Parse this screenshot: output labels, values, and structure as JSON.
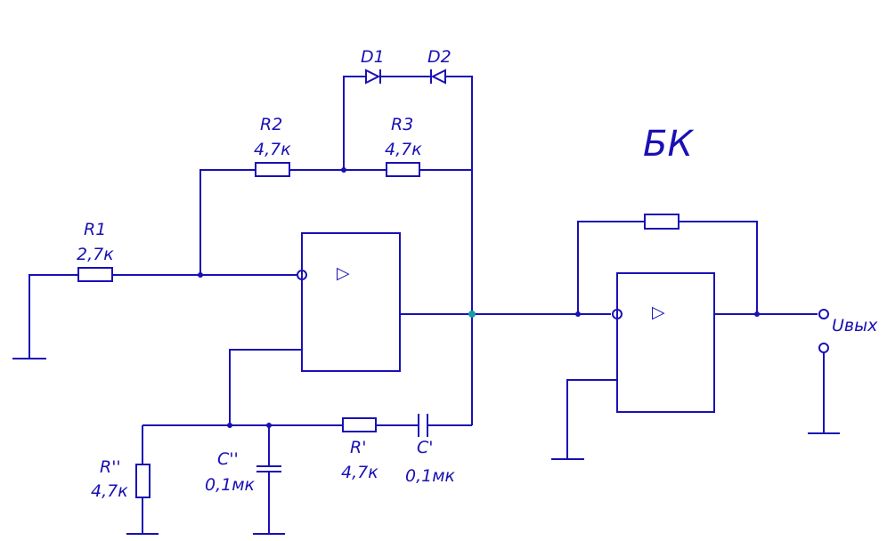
{
  "colors": {
    "ink": "#1a10b4",
    "background": "#ffffff",
    "junction_highlight": "#14a0a0"
  },
  "block_label": "БК",
  "components": {
    "r1": {
      "name": "R1",
      "value": "2,7к"
    },
    "r2": {
      "name": "R2",
      "value": "4,7к"
    },
    "r3": {
      "name": "R3",
      "value": "4,7к"
    },
    "d1": {
      "name": "D1"
    },
    "d2": {
      "name": "D2"
    },
    "r_prime": {
      "name": "R'",
      "value": "4,7к"
    },
    "c_prime": {
      "name": "C'",
      "value": "0,1мк"
    },
    "r_double": {
      "name": "R''",
      "value": "4,7к"
    },
    "c_double": {
      "name": "C''",
      "value": "0,1мк"
    }
  },
  "output_label": "Uвых",
  "opamp_symbol": "▷"
}
